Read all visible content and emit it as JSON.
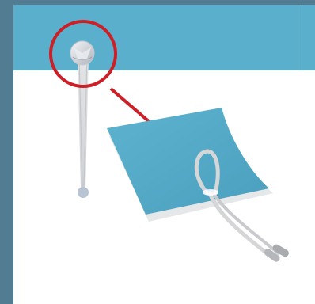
{
  "illustration": {
    "colors": {
      "frame": "#527c91",
      "header_band": "#5aafcc",
      "canvas": "#ffffff",
      "callout": "#cc1f26",
      "paper": "#5aafcc",
      "string": "#d5d6d8",
      "bead": "#b9c4d2"
    },
    "elements": [
      "button-fastener",
      "hanging-string",
      "callout-circle",
      "callout-arrow",
      "blue-sheet",
      "string-loop-with-tips"
    ]
  }
}
